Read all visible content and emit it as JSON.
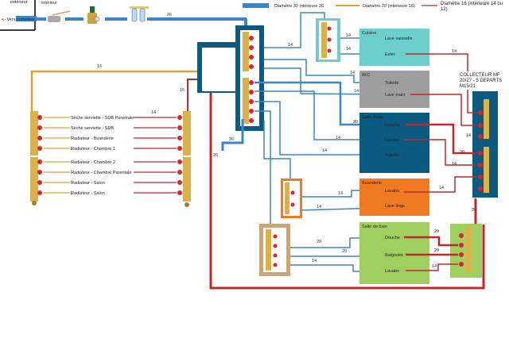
{
  "colors": {
    "pipe32": "#3d85c6",
    "pipe20": "#e0a030",
    "pipe16": "#c0282d",
    "dark_blue": "#0b5a80",
    "teal": "#6dcfcc",
    "grey": "#9e9e9e",
    "orange": "#f07a22",
    "green": "#9fcf5e",
    "brass": "#d8b24a"
  },
  "header": {
    "exterior": "extérieur",
    "interior": "intérieur",
    "meter": "<- Vers compteur",
    "main_size": "26"
  },
  "legend": [
    {
      "label": "Diamètre 32 intérieure 26",
      "color": "#3d85c6"
    },
    {
      "label": "Diamètre 20 (intérieure 16)",
      "color": "#e0a030"
    },
    {
      "label": "Diamètre 16 (intérieure 14 ou 12)",
      "color": "#c0282d"
    }
  ],
  "rooms": {
    "cuisine": {
      "title": "Cuisine",
      "items": [
        "Lave vaisselle",
        "Evier"
      ]
    },
    "wc": {
      "title": "W.C",
      "items": [
        "Toilette",
        "Lave main"
      ]
    },
    "salle_eau": {
      "title": "Salle d'eau",
      "items": [
        "Douche",
        "Lavabo",
        "Toilette"
      ]
    },
    "buanderie": {
      "title": "Buanderie",
      "items": [
        "Lavabo",
        "Lave linge"
      ]
    },
    "salle_bain": {
      "title": "Salle de bain",
      "items": [
        "Douche",
        "Baignoire",
        "Lavabo"
      ]
    }
  },
  "collector_label": "COLLECTEUR MF 20/27 - 5 DEPARTS M15/21",
  "heating": [
    "Sèche serviette - SDB Parentale",
    "Sèche serviette - SDB",
    "Radiateur - Buanderie",
    "Radiateur - Chambre 1",
    "Radiateur - Chambre 2",
    "Radiateur - Chambre Parentale",
    "Radiateur - Salon",
    "Radiateur - Salon"
  ],
  "sizes": {
    "s14": "14",
    "s16": "16",
    "s20": "20",
    "s26": "26"
  }
}
